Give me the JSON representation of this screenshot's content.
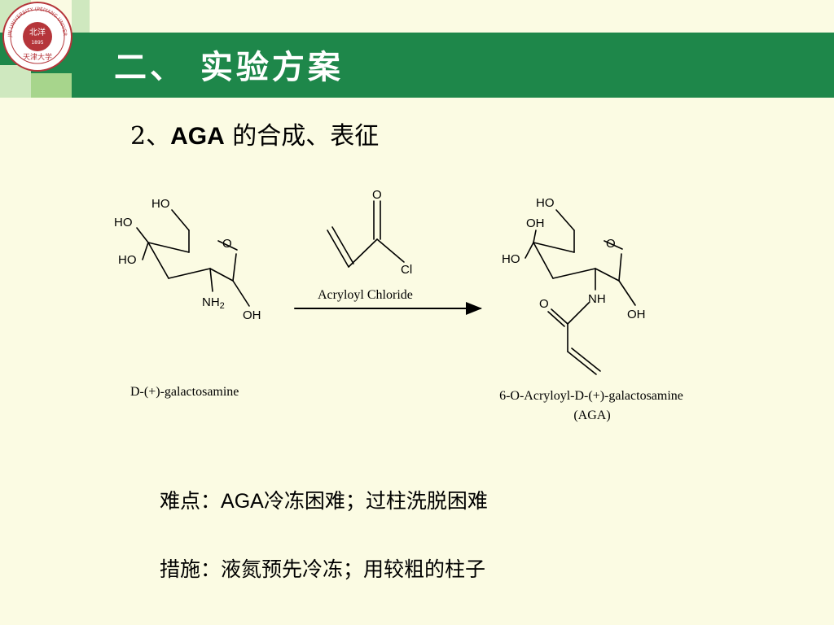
{
  "header": {
    "title": "二、 实验方案",
    "subtitle_prefix": "2、",
    "subtitle_bold": "AGA",
    "subtitle_rest": " 的合成、表征"
  },
  "logo": {
    "text_top": "TIANJIN UNIVERSITY (PEIYANG UNIVERSITY)",
    "text_center": "北洋",
    "year": "1895",
    "text_bottom": "天津大学"
  },
  "scheme": {
    "reactant": {
      "name": "D-(+)-galactosamine",
      "labels": {
        "ho_top": "HO",
        "ho_left1": "HO",
        "ho_left2": "HO",
        "ring_o": "O",
        "nh2": "NH",
        "nh2_sub": "2",
        "oh": "OH"
      }
    },
    "reagent": {
      "name": "Acryloyl Chloride",
      "labels": {
        "o": "O",
        "cl": "Cl"
      }
    },
    "product": {
      "name": "6-O-Acryloyl-D-(+)-galactosamine",
      "abbr": "(AGA)",
      "labels": {
        "ho_top": "HO",
        "oh_left": "OH",
        "ho_left": "HO",
        "ring_o": "O",
        "nh": "NH",
        "oh": "OH",
        "amide_o": "O"
      }
    }
  },
  "notes": {
    "difficulty_label": "难点：",
    "difficulty_latin": "AGA",
    "difficulty_text": "冷冻困难；过柱洗脱困难",
    "measure_label": "措施：",
    "measure_text": "液氮预先冷冻；用较粗的柱子"
  },
  "colors": {
    "header_green": "#1e874a",
    "background": "#fbfbe3",
    "accent_light": "#cfe8bf",
    "logo_red": "#b5353a"
  }
}
